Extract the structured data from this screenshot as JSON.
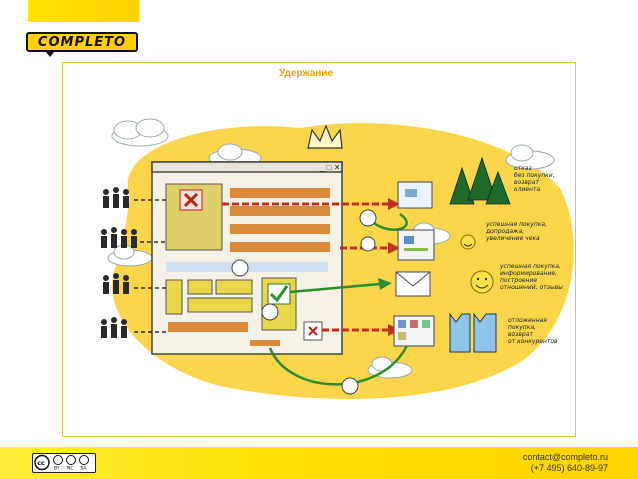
{
  "brand": {
    "logo_text": "COMPLETO"
  },
  "slide": {
    "title": "Удержание"
  },
  "illustration": {
    "notes": [
      "отказ",
      "без покупки,",
      "возврат",
      "клиента",
      "успешная покупка,",
      "допродажа,",
      "увеличение чека",
      "успешная покупка,",
      "информирование,",
      "построение",
      "отношений, отзывы",
      "отложенная",
      "покупка,",
      "возврат",
      "от конкурентов"
    ]
  },
  "license": {
    "labels": [
      "BY",
      "NC",
      "SA"
    ]
  },
  "contact": {
    "email": "contact@completo.ru",
    "phone": "(+7 495)  640-89-97"
  },
  "colors": {
    "brand_yellow": "#ffd800",
    "accent_title": "#e2a400",
    "arrow_red": "#c0301a",
    "arrow_green": "#2e8b2e"
  }
}
